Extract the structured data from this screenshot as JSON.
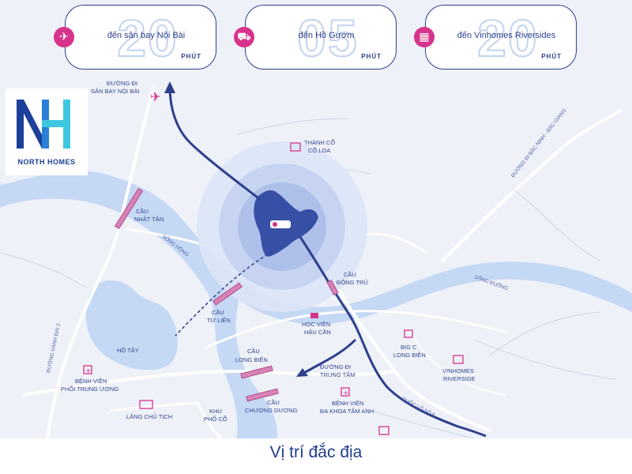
{
  "cards": [
    {
      "icon": "airplane-icon",
      "number": "20",
      "text": "đến sân bay Nội Bài",
      "unit": "PHÚT"
    },
    {
      "icon": "car-icon",
      "number": "05",
      "text": "đến Hồ Gươm",
      "unit": "PHÚT"
    },
    {
      "icon": "building-icon",
      "number": "20",
      "text": "đến Vinhomes Riversides",
      "unit": "PHÚT"
    }
  ],
  "logo": {
    "text": "NORTH HOMES"
  },
  "map": {
    "labels": {
      "duong_di_noi_bai_1": "ĐƯỜNG ĐI",
      "duong_di_noi_bai_2": "SÂN BAY NỘI BÀI",
      "thanh_co_1": "THÀNH CỔ",
      "thanh_co_2": "CỔ LOA",
      "bac_ninh": "ĐƯỜNG ĐI BẮC NINH - BẮC GIANG",
      "cau_nhat_tan_1": "CẦU",
      "cau_nhat_tan_2": "NHẬT TÂN",
      "song_hong": "SÔNG HỒNG",
      "cau_tu_lien_1": "CẦU",
      "cau_tu_lien_2": "TỨ LIÊN",
      "cau_dong_tru_1": "CẦU",
      "cau_dong_tru_2": "ĐÔNG TRÙ",
      "song_duong": "SÔNG ĐUỐNG",
      "hoc_vien_1": "HỌC VIỆN",
      "hoc_vien_2": "HẬU CẦN",
      "ho_tay": "HỒ TÂY",
      "vanh_dai_2": "ĐƯỜNG VÀNH ĐAI 2",
      "bv_phoi_1": "BỆNH VIỆN",
      "bv_phoi_2": "PHỔI TRUNG ƯƠNG",
      "cau_long_bien_1": "CẦU",
      "cau_long_bien_2": "LONG BIÊN",
      "duong_di_trung_tam_1": "ĐƯỜNG ĐI",
      "duong_di_trung_tam_2": "TRUNG TÂM",
      "big_c_1": "BIG C",
      "big_c_2": "LONG BIÊN",
      "vinhomes_1": "VINHOMES",
      "vinhomes_2": "RIVERSIDE",
      "cau_chuong_duong_1": "CẦU",
      "cau_chuong_duong_2": "CHƯƠNG DƯƠNG",
      "bv_tam_anh_1": "BỆNH VIỆN",
      "bv_tam_anh_2": "ĐA KHOA TÂM ANH",
      "quoc_lo_5": "QUỐC LỘ SỐ 5",
      "lang_chu_tich": "LĂNG CHỦ TỊCH",
      "khu_pho_co_1": "KHU",
      "khu_pho_co_2": "PHỐ CỔ"
    }
  },
  "caption": "Vị trí đắc địa",
  "colors": {
    "navy": "#2e3f8c",
    "pink": "#d6338a",
    "river": "#c5d8f4",
    "road": "#ffffff",
    "land": "#eef1f8"
  }
}
